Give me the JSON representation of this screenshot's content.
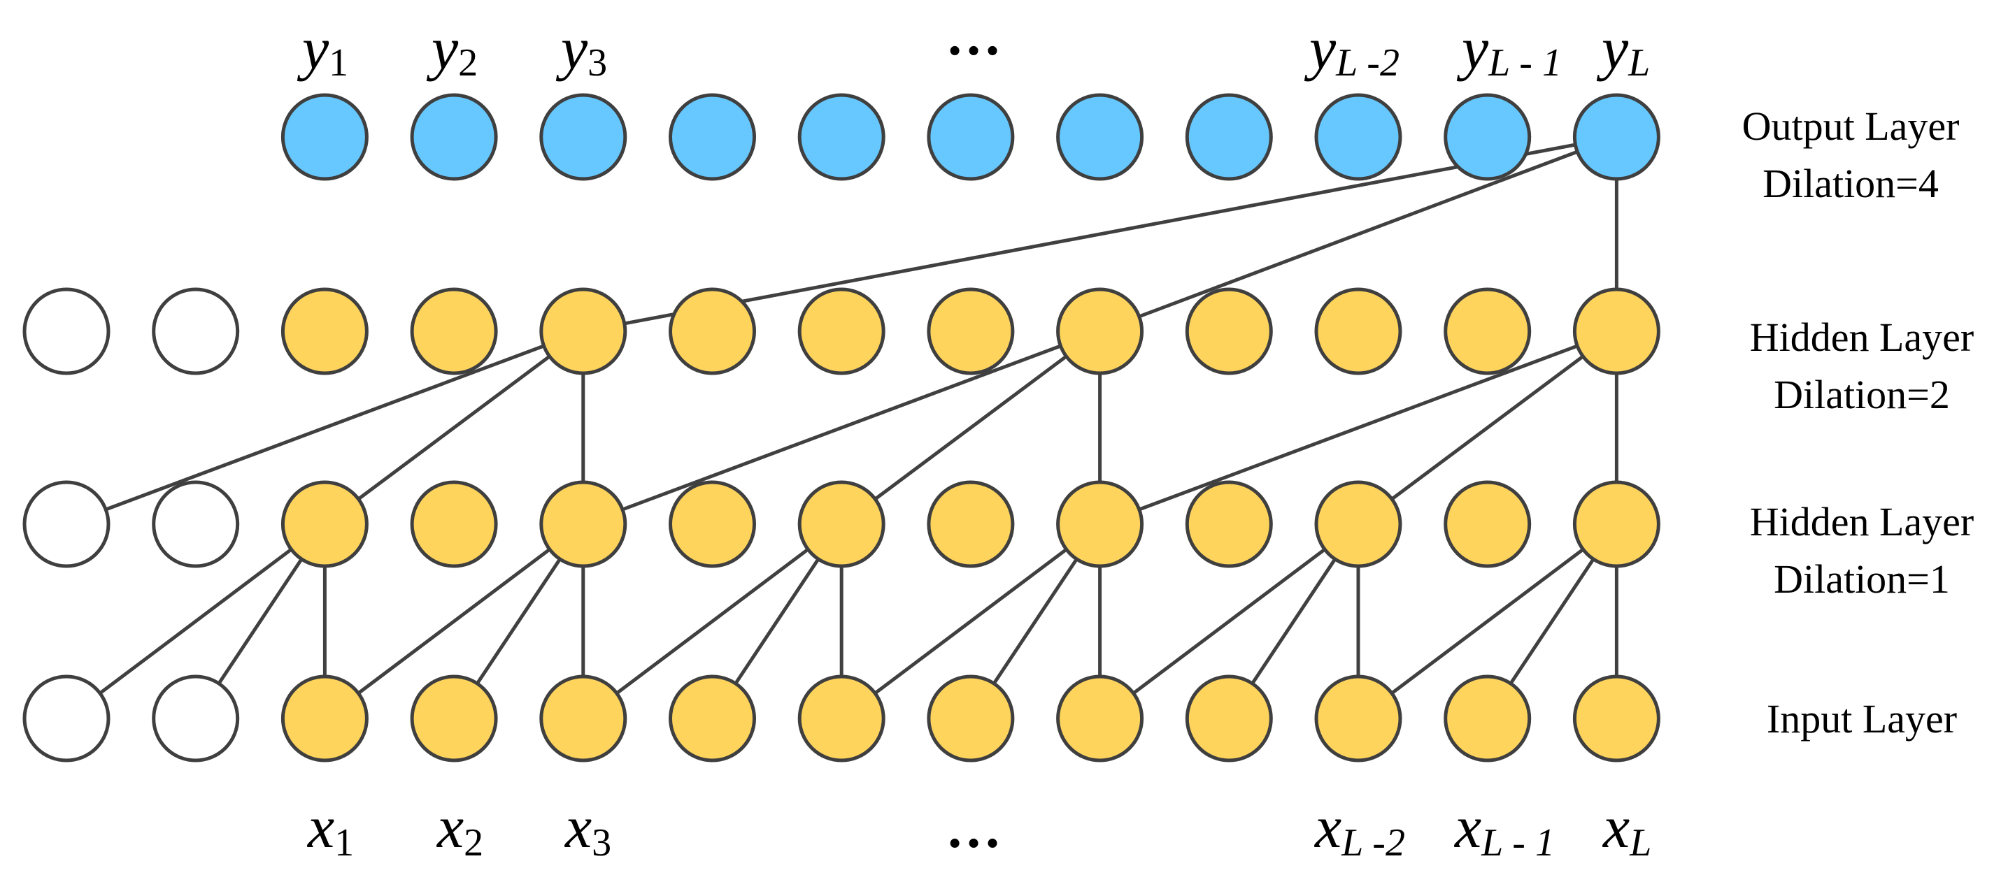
{
  "colors": {
    "output_fill": "#66C8FF",
    "hidden_fill": "#FFD45C",
    "padding_fill": "#FFFFFF",
    "stroke": "#3f3f3f"
  },
  "output_labels": [
    {
      "base": "y",
      "sub": "1"
    },
    {
      "base": "y",
      "sub": "2"
    },
    {
      "base": "y",
      "sub": "3"
    },
    {
      "base": "y",
      "sub": "L -2"
    },
    {
      "base": "y",
      "sub": "L - 1"
    },
    {
      "base": "y",
      "sub": "L"
    }
  ],
  "input_labels": [
    {
      "base": "x",
      "sub": "1"
    },
    {
      "base": "x",
      "sub": "2"
    },
    {
      "base": "x",
      "sub": "3"
    },
    {
      "base": "x",
      "sub": "L -2"
    },
    {
      "base": "x",
      "sub": "L - 1"
    },
    {
      "base": "x",
      "sub": "L"
    }
  ],
  "ellipsis": "…",
  "layers": [
    {
      "name": "Output Layer",
      "detail": "Dilation=4"
    },
    {
      "name": "Hidden Layer",
      "detail": "Dilation=2"
    },
    {
      "name": "Hidden Layer",
      "detail": "Dilation=1"
    },
    {
      "name": "Input Layer",
      "detail": ""
    }
  ]
}
